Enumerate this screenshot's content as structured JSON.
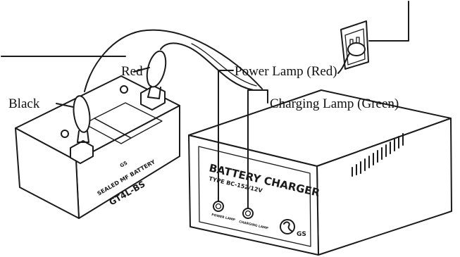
{
  "callouts": {
    "red": "Red",
    "black": "Black",
    "power_lamp": "Power Lamp (Red)",
    "charging_lamp": "Charging Lamp (Green)"
  },
  "battery": {
    "brand": "GS",
    "line1": "SEALED MF BATTERY",
    "model": "GT4L-BS"
  },
  "charger": {
    "title": "BATTERY CHARGER",
    "type": "TYPE BC-152/12V",
    "lamp_power": "POWER LAMP",
    "lamp_charging": "CHARGING LAMP",
    "brand": "GS"
  },
  "colors": {
    "ink": "#1a1a1a",
    "background": "#ffffff"
  }
}
